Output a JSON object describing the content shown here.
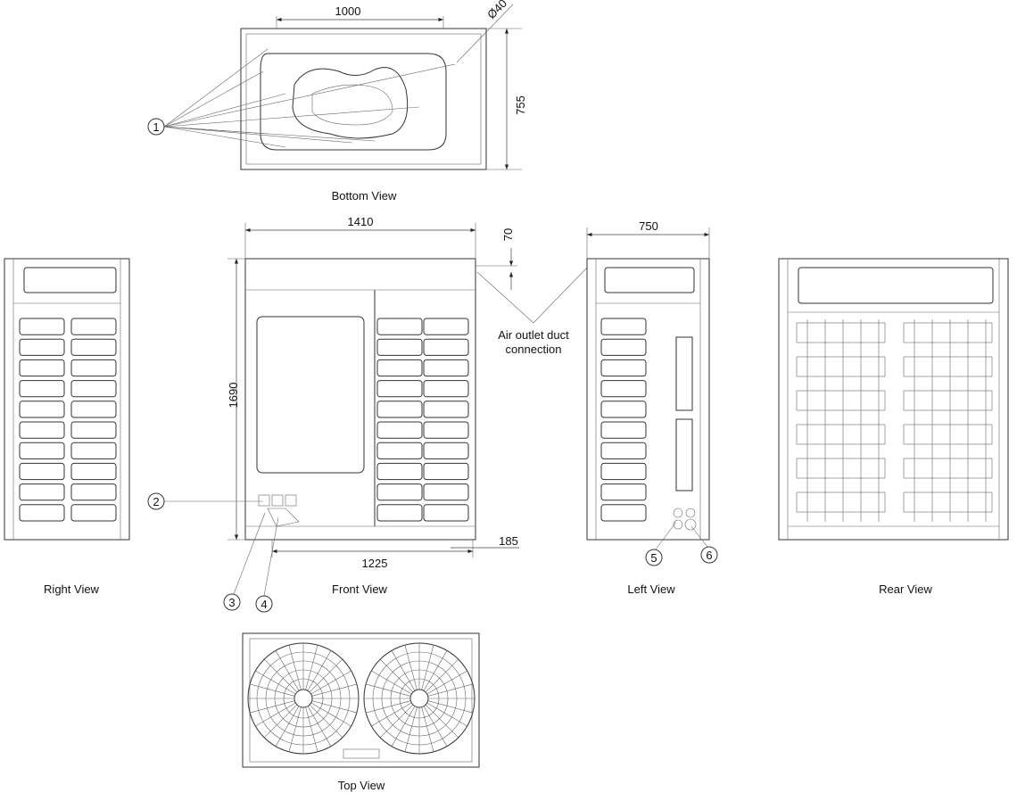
{
  "views": {
    "bottom": "Bottom View",
    "right": "Right View",
    "front": "Front View",
    "left": "Left View",
    "rear": "Rear View",
    "top": "Top View"
  },
  "dimensions": {
    "bottom_width": "1000",
    "bottom_hole": "Ø40",
    "bottom_depth": "755",
    "front_width": "1410",
    "front_height": "1690",
    "duct_offset": "70",
    "side_depth": "750",
    "base_offset": "185",
    "base_span": "1225"
  },
  "annotation": {
    "line1": "Air outlet duct",
    "line2": "connection"
  },
  "callouts": [
    "1",
    "2",
    "3",
    "4",
    "5",
    "6"
  ]
}
